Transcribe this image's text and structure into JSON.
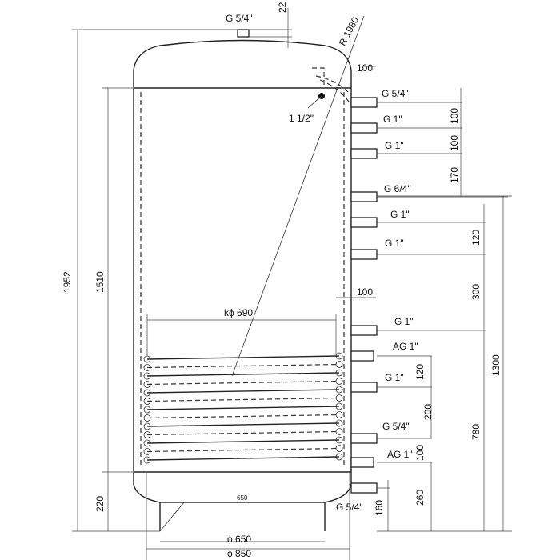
{
  "top_labels": {
    "top_connection": "G 5/4\"",
    "dim_22": "22",
    "radius": "R 1980",
    "dim_100_top": "100",
    "sensor": "1 1/2\""
  },
  "side_dimensions": {
    "total_height": "1952",
    "inner_height": "1510",
    "bottom_220": "220"
  },
  "coil": {
    "diameter_label": "kϕ 690",
    "dim_100_mid": "100"
  },
  "connections": [
    {
      "label": "G 5/4\""
    },
    {
      "label": "G 1\""
    },
    {
      "label": "G 1\""
    },
    {
      "label": "G 6/4\""
    },
    {
      "label": "G 1\""
    },
    {
      "label": "G 1\""
    },
    {
      "label": "G 1\""
    },
    {
      "label": "AG 1\""
    },
    {
      "label": "G 1\""
    },
    {
      "label": "G 5/4\""
    },
    {
      "label": "AG 1\""
    },
    {
      "label": "G 5/4\""
    }
  ],
  "right_dimensions": {
    "d100a": "100",
    "d100b": "100",
    "d170": "170",
    "d120a": "120",
    "d300": "300",
    "d120b": "120",
    "d200": "200",
    "d100c": "100",
    "d260": "260",
    "d160": "160",
    "d1300": "1300",
    "d780": "780"
  },
  "base": {
    "inner_650": "650",
    "phi650": "ϕ 650",
    "phi850": "ϕ 850"
  }
}
